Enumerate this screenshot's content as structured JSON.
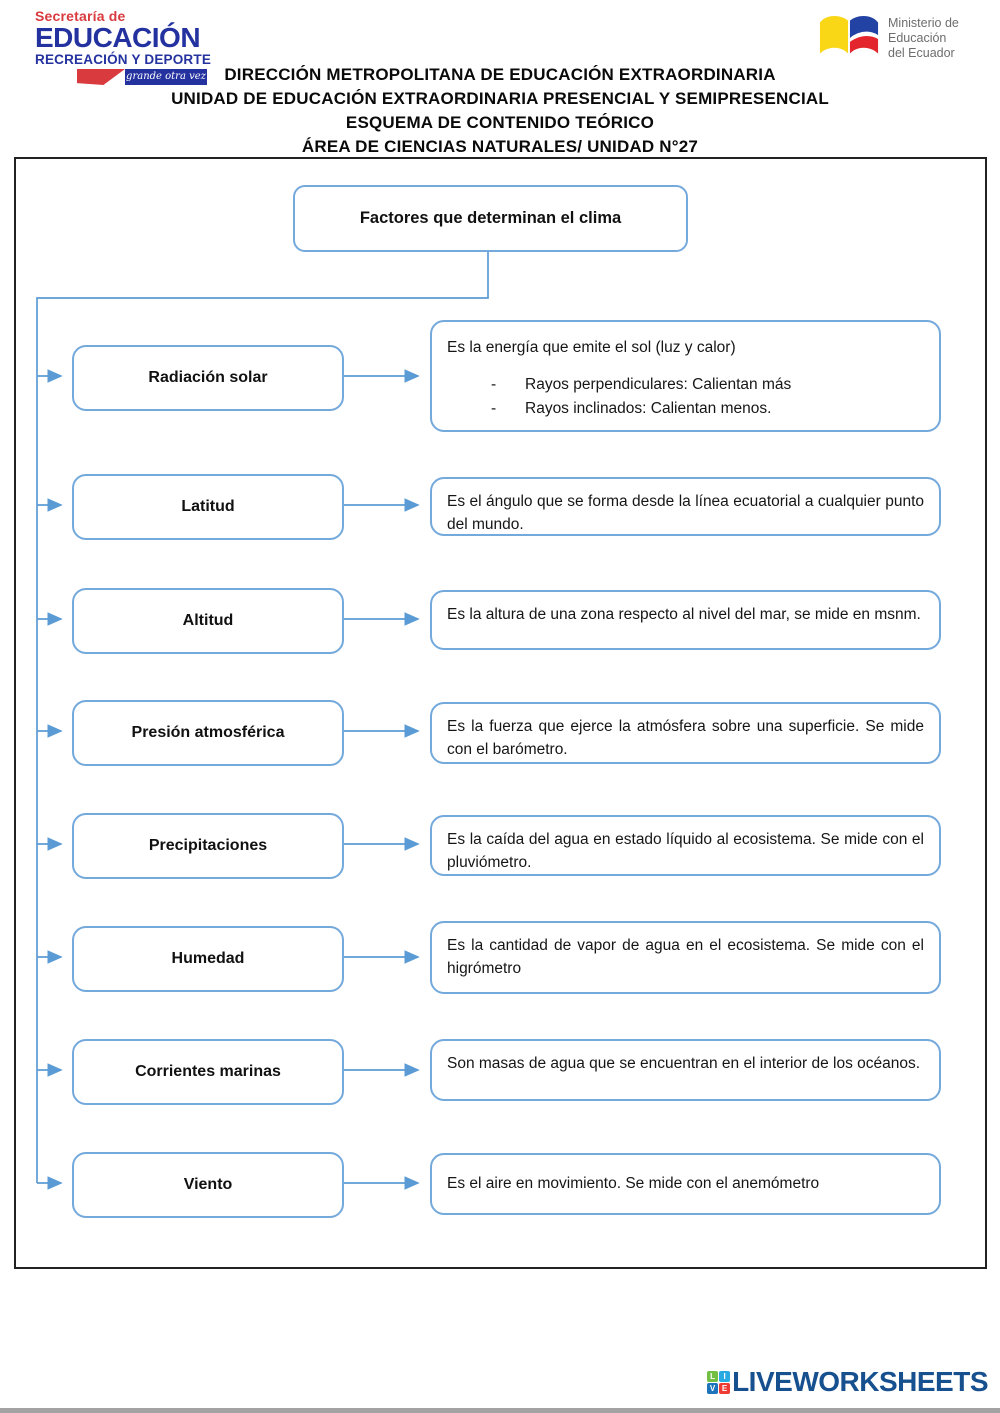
{
  "logos": {
    "secretaria": {
      "line1": "Secretaría de",
      "line2": "EDUCACIÓN",
      "line3": "RECREACIÓN Y DEPORTE",
      "tagline": "grande otra vez",
      "red": "#d93a3e",
      "blue": "#2432a0"
    },
    "ministerio": {
      "line1": "Ministerio de",
      "line2": "Educación",
      "line3": "del Ecuador",
      "flag_colors": [
        "#f9d616",
        "#2242a4",
        "#e3262d"
      ]
    }
  },
  "header": {
    "lines": [
      "DIRECCIÓN METROPOLITANA DE EDUCACIÓN EXTRAORDINARIA",
      "UNIDAD DE EDUCACIÓN EXTRAORDINARIA PRESENCIAL Y SEMIPRESENCIAL",
      "ESQUEMA DE CONTENIDO TEÓRICO",
      "ÁREA DE CIENCIAS NATURALES/ UNIDAD N°27"
    ]
  },
  "diagram": {
    "root": "Factores que determinan el clima",
    "connector_color": "#5b9bd5",
    "box_border_color": "#74a9dc",
    "rows": [
      {
        "label": "Radiación solar",
        "description": "Es la energía que emite el sol (luz y calor)",
        "bullets": [
          {
            "marker": "-",
            "text": "Rayos perpendiculares: Calientan más"
          },
          {
            "marker": "-",
            "text": "Rayos inclinados: Calientan menos."
          }
        ]
      },
      {
        "label": "Latitud",
        "description": "Es el ángulo que se forma desde la línea ecuatorial a cualquier punto del mundo."
      },
      {
        "label": "Altitud",
        "description": "Es la altura de una zona respecto al nivel del mar, se mide en msnm."
      },
      {
        "label": "Presión atmosférica",
        "description": "Es la fuerza que ejerce la atmósfera sobre una superficie. Se mide con el barómetro."
      },
      {
        "label": "Precipitaciones",
        "description": "Es la caída del agua en estado líquido al ecosistema. Se mide con el pluviómetro."
      },
      {
        "label": "Humedad",
        "description": "Es la cantidad de vapor de agua en el ecosistema. Se mide con el higrómetro"
      },
      {
        "label": "Corrientes marinas",
        "description": "Son masas de agua que se encuentran en el interior de los océanos."
      },
      {
        "label": "Viento",
        "description": "Es el aire en movimiento. Se mide con el anemómetro"
      }
    ]
  },
  "footer": {
    "brand": "LIVEWORKSHEETS",
    "brand_color": "#17508f",
    "tiles": [
      {
        "letter": "L",
        "color": "#72bf44"
      },
      {
        "letter": "I",
        "color": "#29abe2"
      },
      {
        "letter": "V",
        "color": "#1c75bc"
      },
      {
        "letter": "E",
        "color": "#ee3b33"
      }
    ]
  }
}
